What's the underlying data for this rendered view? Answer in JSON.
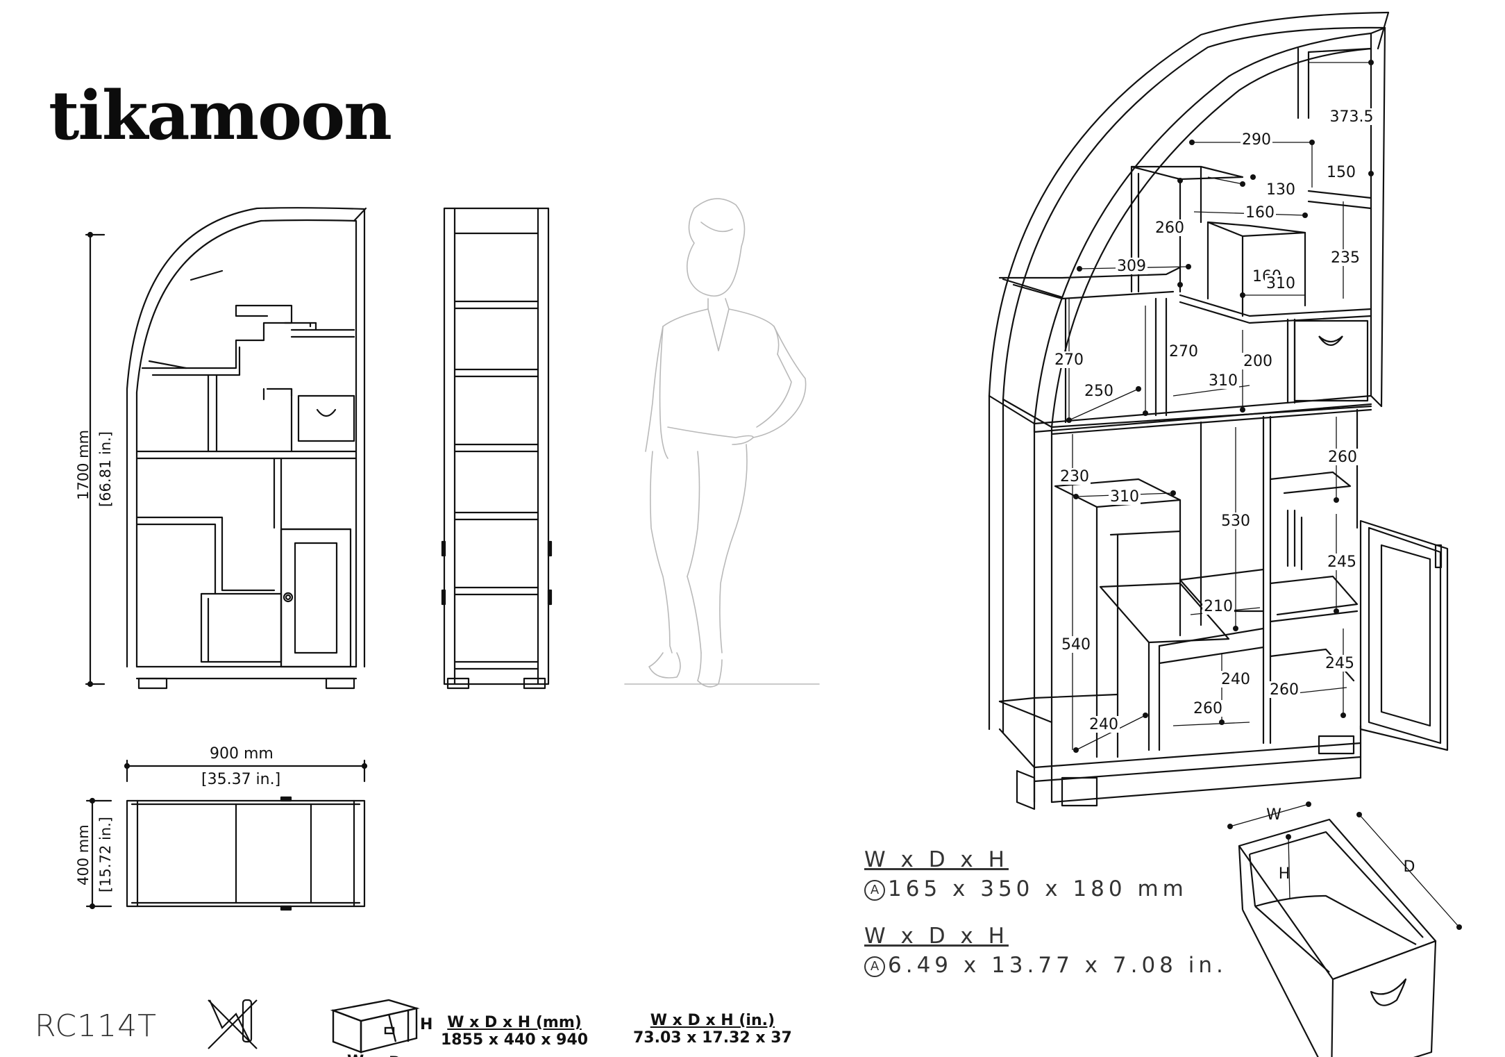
{
  "brand": "tikamoon",
  "product_code": "RC114T",
  "overall": {
    "height_mm": "1700 mm",
    "height_in": "[66.81 in.]",
    "width_mm": "900 mm",
    "width_in": "[35.37 in.]",
    "depth_mm": "400 mm",
    "depth_in": "[15.72 in.]"
  },
  "package": {
    "mm_header": "W x D x H (mm)",
    "mm_value": "1855 x 440 x 940",
    "in_header": "W x D x H (in.)",
    "in_value": "73.03 x 17.32 x 37",
    "box_w": "W",
    "box_d": "D",
    "box_h": "H"
  },
  "drawer": {
    "mm_header": "W x D x H",
    "mm_value": "165 x 350 x 180 mm",
    "in_header": "W x D x H",
    "in_value": "6.49 x 13.77 x 7.08 in.",
    "marker": "A",
    "axis_w": "W",
    "axis_d": "D",
    "axis_h": "H"
  },
  "iso_dimensions": [
    "373.5",
    "290",
    "150",
    "130",
    "160",
    "260",
    "309",
    "235",
    "160",
    "310",
    "270",
    "270",
    "200",
    "250",
    "310",
    "260",
    "230",
    "310",
    "530",
    "245",
    "210",
    "540",
    "245",
    "240",
    "260",
    "260",
    "240"
  ],
  "icons": [
    "no-tools-icon",
    "package-box-icon",
    "drawer-handle-icon",
    "door-knob-icon"
  ]
}
